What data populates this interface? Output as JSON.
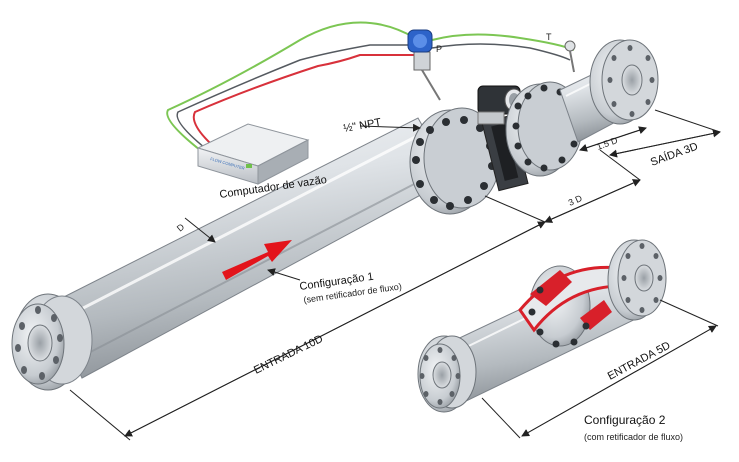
{
  "labels": {
    "computer": "Computador de vazão",
    "config1_title": "Configuração 1",
    "config1_sub": "(sem retificador de fluxo)",
    "entrada_10d": "ENTRADA 10D",
    "saida_3d": "SAÍDA 3D",
    "d_15": "1.5 D",
    "d_3": "3 D",
    "d": "D",
    "npt": "½\" NPT",
    "p": "P",
    "t": "T",
    "config2_title": "Configuração 2",
    "config2_sub": "(com retificador de fluxo)",
    "entrada_5d": "ENTRADA 5D",
    "device_text": "FLOW COMPUTER"
  },
  "colors": {
    "pipe": "#d9dde2",
    "pipe_dark": "#8f959c",
    "flow_arrow": "#e3141b",
    "wire_green": "#7cc653",
    "wire_red": "#d8313b",
    "wire_gray": "#555a60",
    "transmitter": "#2d63c9",
    "straightener": "#d8202a"
  }
}
